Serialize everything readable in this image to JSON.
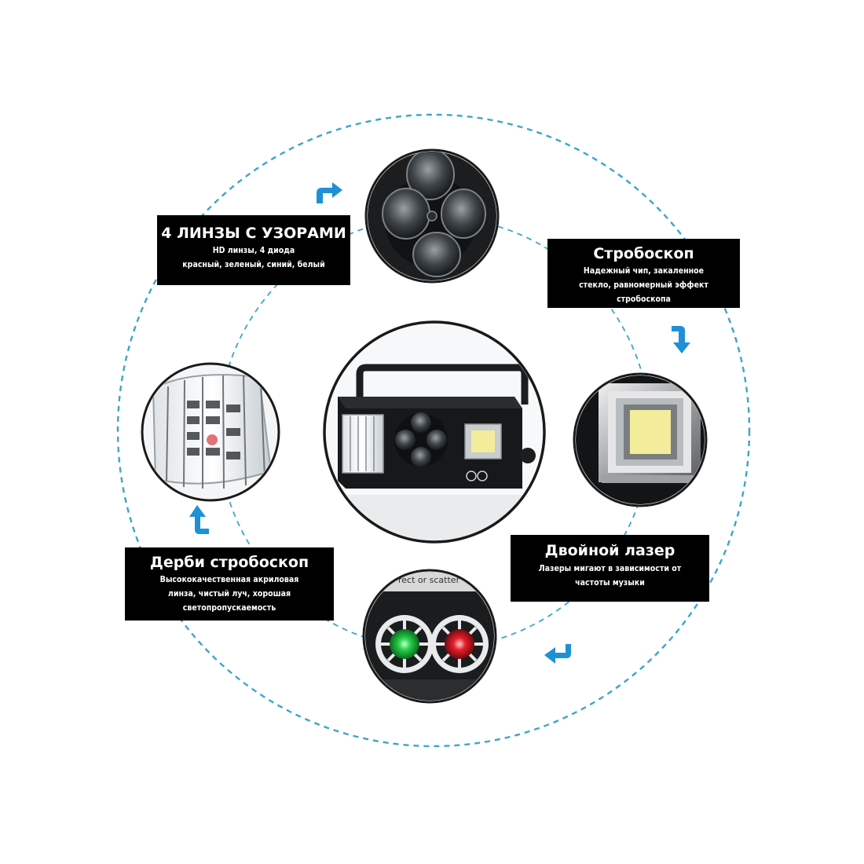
{
  "labels": {
    "lenses": {
      "title": "4 ЛИНЗЫ С УЗОРАМИ",
      "lines": [
        "HD линзы, 4 диода",
        "красный, зеленый, синий, белый"
      ]
    },
    "strobe": {
      "title": "Стробоскоп",
      "lines": [
        "Надежный чип, закаленное",
        "стекло, равномерный эффект",
        "стробоскопа"
      ]
    },
    "derby": {
      "title": "Дерби стробоскоп",
      "lines": [
        "Высококачественная акриловая",
        "линза, чистый луч, хорошая",
        "светопропускаемость"
      ]
    },
    "laser": {
      "title": "Двойной лазер",
      "lines": [
        "Лазеры мигают в зависимости от",
        "частоты музыки"
      ]
    }
  },
  "laser_photo_text": "rect or scatter",
  "icons": [
    "arrow-top-left-icon",
    "arrow-right-icon",
    "arrow-bottom-right-icon",
    "arrow-left-icon"
  ],
  "colors": {
    "ring": "#3aa6c9",
    "arrow": "#1e90d6",
    "label_bg": "#000000",
    "label_text": "#ffffff",
    "laser_green": "#27d04a",
    "laser_red": "#e8202a",
    "strobe_yellow": "#f3ec9a"
  }
}
